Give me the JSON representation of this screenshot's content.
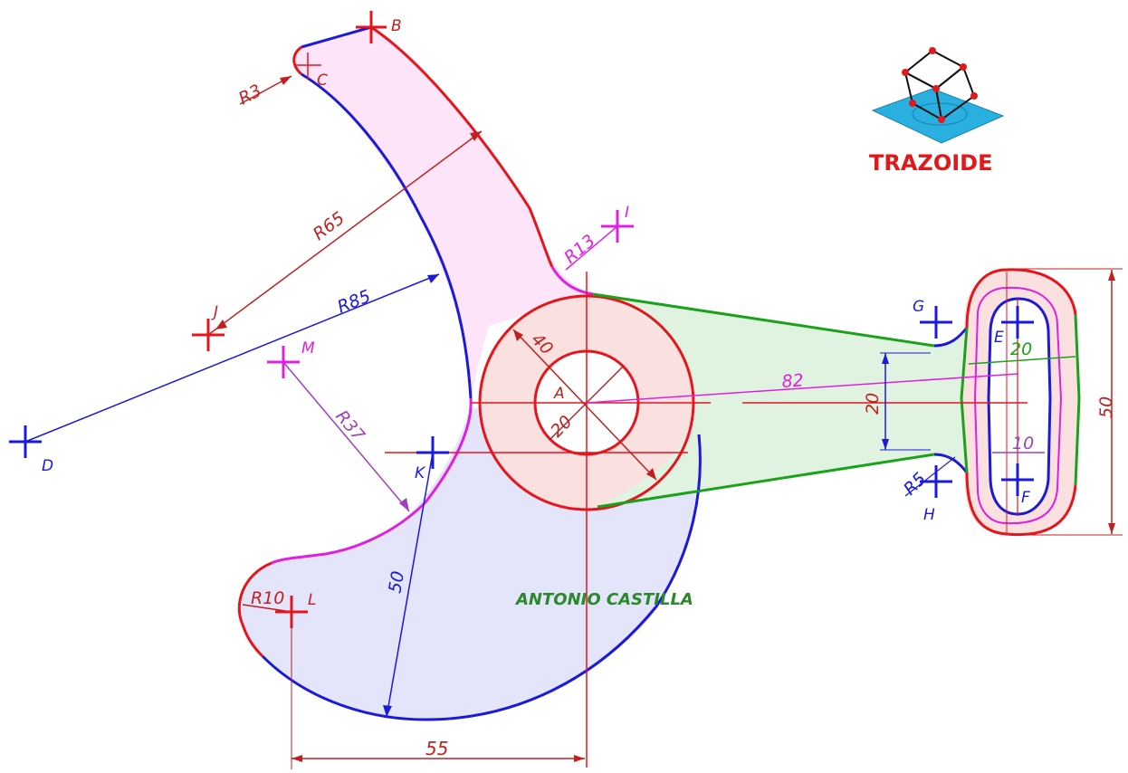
{
  "colors": {
    "red": "#e8141c",
    "blue": "#1a1ad8",
    "magenta": "#e020e0",
    "green": "#1aa31a",
    "dim_red": "#c02020",
    "violet": "#a040c0",
    "author_green": "#2a8a2a",
    "logo_red": "#e01a1a",
    "logo_cyan": "#2ab0e0"
  },
  "points": {
    "A": "A",
    "B": "B",
    "C": "C",
    "D": "D",
    "E": "E",
    "F": "F",
    "G": "G",
    "H": "H",
    "I": "I",
    "J": "J",
    "K": "K",
    "L": "L",
    "M": "M"
  },
  "dimensions": {
    "r3": "R3",
    "r65": "R65",
    "r85": "R85",
    "r13": "R13",
    "r37": "R37",
    "r10": "R10",
    "d40": "40",
    "d20": "20",
    "len82": "82",
    "h20": "20",
    "w20": "20",
    "w10": "10",
    "r5": "R5",
    "h50": "50",
    "r50": "50",
    "w55": "55"
  },
  "author": "ANTONIO CASTILLA",
  "logo": {
    "name": "TRAZOIDE",
    "icon": "cube-on-plane-icon"
  }
}
